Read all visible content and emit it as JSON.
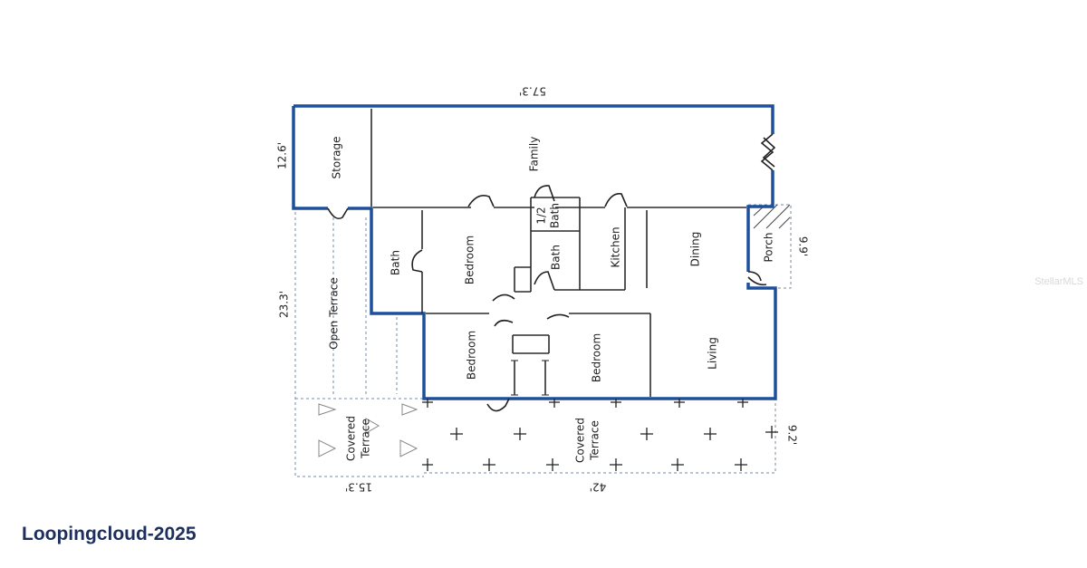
{
  "plan": {
    "dimensions": {
      "top": "57.3'",
      "left_upper": "12.6'",
      "left_lower": "23.3'",
      "right_upper": "9.9'",
      "right_lower": "9.2'",
      "bottom_left": "15.3'",
      "bottom_right": "42'"
    },
    "rooms": {
      "storage": "Storage",
      "family": "Family",
      "half_bath_a": "1/2",
      "half_bath_b": "Bath",
      "bath_left": "Bath",
      "bedroom_top": "Bedroom",
      "bath_mid": "Bath",
      "kitchen": "Kitchen",
      "dining": "Dining",
      "porch": "Porch",
      "open_terrace": "Open Terrace",
      "bedroom_left": "Bedroom",
      "bedroom_right": "Bedroom",
      "living": "Living",
      "covered_terrace_left_a": "Covered",
      "covered_terrace_left_b": "Terrace",
      "covered_terrace_right_a": "Covered",
      "covered_terrace_right_b": "Terrace"
    },
    "colors": {
      "wall": "#1e4f9a"
    }
  },
  "branding": {
    "label": "Loopingcloud-2025"
  },
  "watermark": {
    "label": "StellarMLS"
  }
}
